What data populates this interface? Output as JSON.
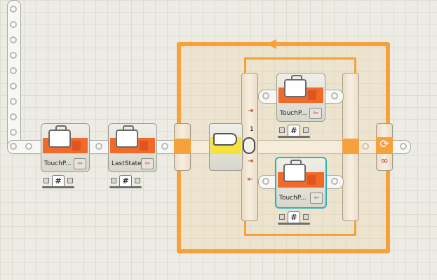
{
  "canvas": {
    "blocks": [
      {
        "label": "TouchP..."
      },
      {
        "label": "LastState"
      },
      {
        "label": "TouchP..."
      },
      {
        "label": "TouchP..."
      }
    ],
    "switch": {
      "case_number": "1"
    },
    "loop": {
      "mode_icon": "infinity-icon",
      "mode_symbol": "∞",
      "rotate_symbol": "⟳"
    },
    "plug": {
      "hash": "#",
      "port_arrow": "⇦"
    }
  }
}
